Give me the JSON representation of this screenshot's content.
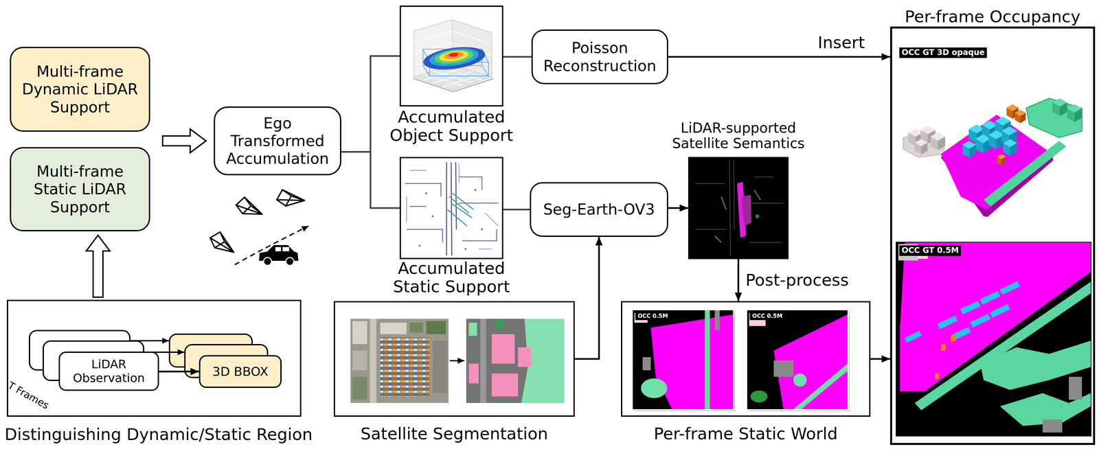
{
  "diagram": {
    "nodes": [
      {
        "text": [
          "Multi-frame Dynamic LiDAR Support"
        ]
      },
      {
        "text": [
          "Multi-frame Static LiDAR Support"
        ]
      },
      {
        "text": [
          "Distinguishing Dynamic/Static Region"
        ]
      },
      {
        "text": [
          "LiDAR Observation"
        ],
        "in": 2
      },
      {
        "text": [
          "3D BBOX"
        ],
        "in": 2
      },
      {
        "text": [
          "Ego Transformed Accumulation"
        ]
      },
      {
        "text": [
          "Accumulated Object Support"
        ]
      },
      {
        "text": [
          "Accumulated Static Support"
        ]
      },
      {
        "text": [
          "Poisson Reconstruction"
        ]
      },
      {
        "text": [
          "Seg-Earth-OV3"
        ]
      },
      {
        "text": [
          "LiDAR-supported Satellite Semantics"
        ]
      },
      {
        "text": [
          "Satellite Segmentation"
        ]
      },
      {
        "text": [
          "Per-frame Static World"
        ]
      },
      {
        "text": [
          "Per-frame Occupancy"
        ]
      }
    ],
    "edges": [
      {
        "from": 2,
        "to": 1,
        "arrow": "to"
      },
      {
        "from": 0,
        "to": 5,
        "arrow": "to"
      },
      {
        "from": 1,
        "to": 5,
        "arrow": "to"
      },
      {
        "from": 3,
        "to": 4,
        "arrow": "to"
      },
      {
        "from": 5,
        "to": 6,
        "arrow": "none"
      },
      {
        "from": 5,
        "to": 7,
        "arrow": "none"
      },
      {
        "from": 6,
        "to": 8,
        "arrow": "none"
      },
      {
        "from": 8,
        "to": 13,
        "label": "Insert",
        "arrow": "to"
      },
      {
        "from": 7,
        "to": 9,
        "arrow": "none"
      },
      {
        "from": 11,
        "to": 9,
        "arrow": "to"
      },
      {
        "from": 9,
        "to": 10,
        "arrow": "to"
      },
      {
        "from": 10,
        "to": 12,
        "label": "Post-process",
        "arrow": "to"
      },
      {
        "from": 12,
        "to": 13,
        "arrow": "to"
      }
    ],
    "labels": [
      "OCC GT 3D opaque",
      "OCC GT 0.5M",
      "T Frames",
      "OCC 0.5M",
      "OCC 0.5M"
    ]
  }
}
